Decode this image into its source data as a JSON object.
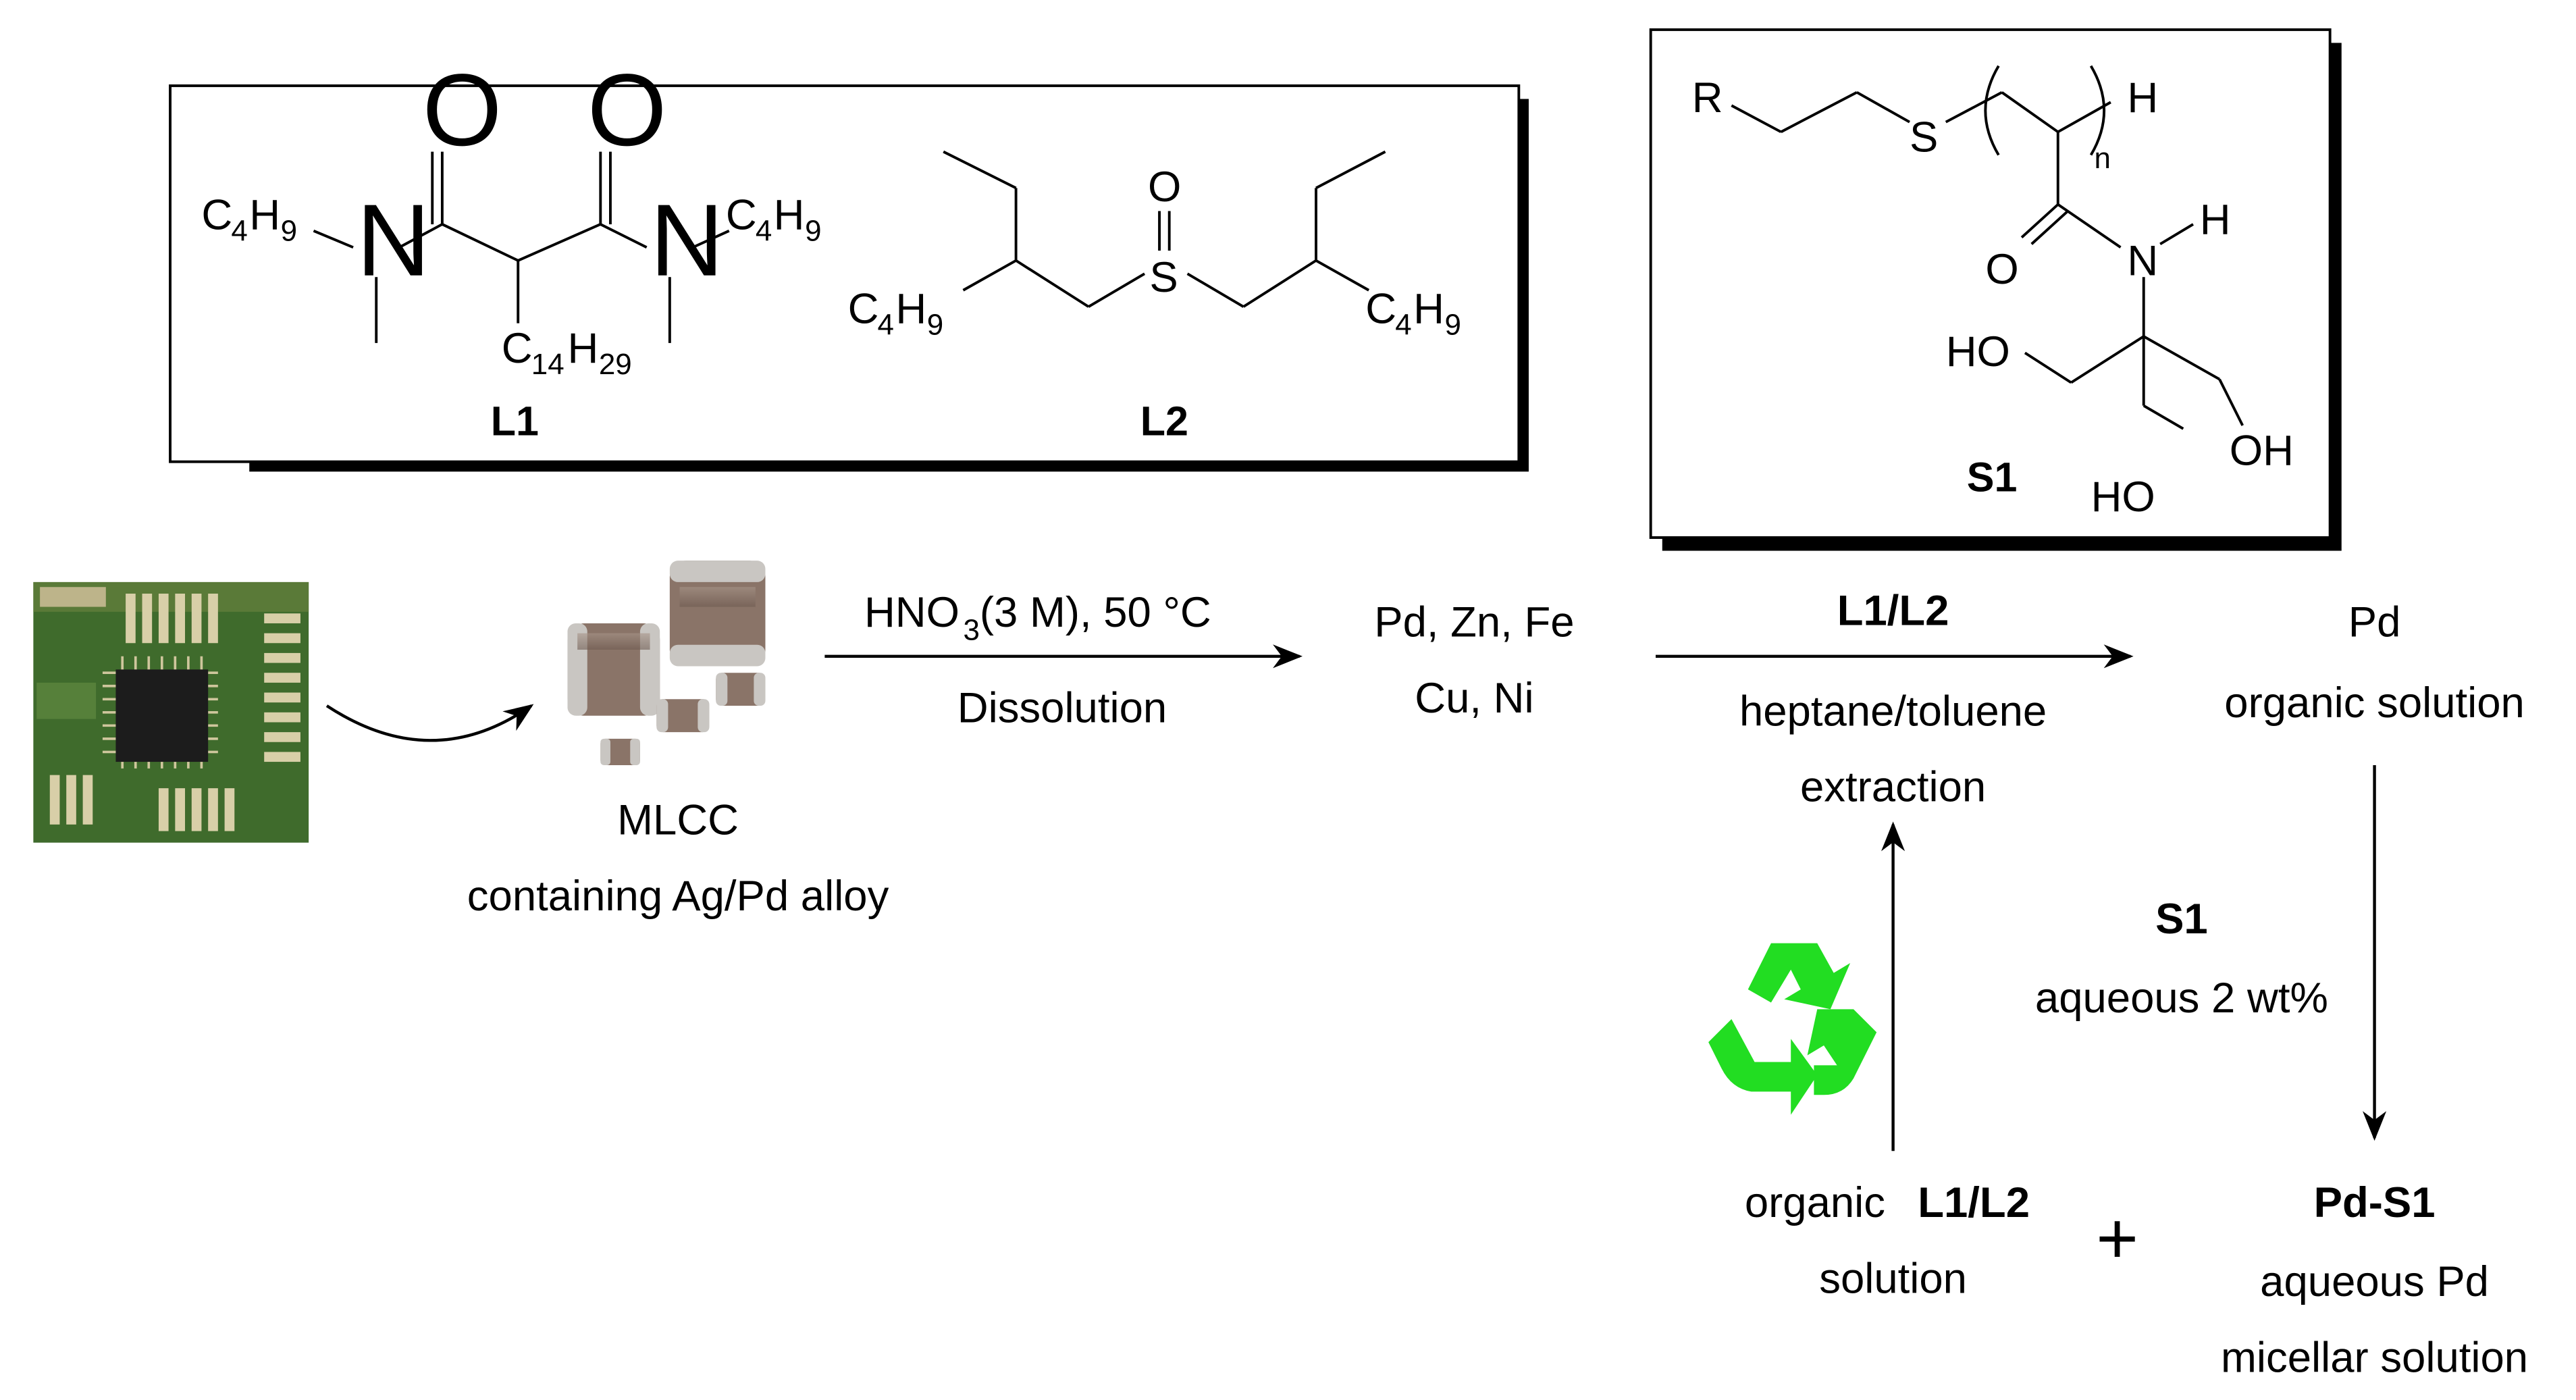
{
  "ligands_box": {
    "L1": {
      "label": "L1",
      "oxygen_left": "O",
      "oxygen_right": "O",
      "nitrogen_left": "N",
      "nitrogen_right": "N",
      "butyl_left_main": "C",
      "butyl_left_sub": "4",
      "butyl_left_h": "H",
      "butyl_left_hsub": "9",
      "butyl_right_main": "C",
      "butyl_right_sub": "4",
      "butyl_right_h": "H",
      "butyl_right_hsub": "9",
      "tetradecyl_c": "C",
      "tetradecyl_csub": "14",
      "tetradecyl_h": "H",
      "tetradecyl_hsub": "29"
    },
    "L2": {
      "label": "L2",
      "sulfur": "S",
      "oxygen": "O",
      "butyl_left_c": "C",
      "butyl_left_csub": "4",
      "butyl_left_h": "H",
      "butyl_left_hsub": "9",
      "butyl_right_c": "C",
      "butyl_right_csub": "4",
      "butyl_right_h": "H",
      "butyl_right_hsub": "9"
    }
  },
  "s1_box": {
    "label": "S1",
    "r_group": "R",
    "sulfur": "S",
    "h_end": "H",
    "repeat_n": "n",
    "oxygen": "O",
    "nitrogen": "N",
    "nh_h": "H",
    "ho_left": "HO",
    "oh_right": "OH",
    "ho_bottom": "HO"
  },
  "scheme": {
    "mlcc_line1": "MLCC",
    "mlcc_line2": "containing Ag/Pd alloy",
    "dissolution_top_pre": "HNO",
    "dissolution_top_sub": "3",
    "dissolution_top_post": " (3 M), 50 °C",
    "dissolution_bottom": "Dissolution",
    "metals_line1": "Pd, Zn, Fe",
    "metals_line2": "Cu, Ni",
    "extraction_top": "L1/L2",
    "extraction_mid": "heptane/toluene",
    "extraction_bottom": "extraction",
    "pd_org_line1": "Pd",
    "pd_org_line2": "organic solution",
    "s1_reagent": "S1",
    "s1_reagent_detail": "aqueous 2 wt%",
    "organic_recycle_pre": "organic ",
    "organic_recycle_bold": "L1/L2",
    "organic_recycle_line2": "solution",
    "plus": "+",
    "pd_s1_label": "Pd-S1",
    "pd_s1_line2": "aqueous Pd",
    "pd_s1_line3": "micellar solution"
  },
  "colors": {
    "recycle_green": "#22dd22",
    "capacitor_body": "#8a7468",
    "capacitor_terminal": "#c9c6c2",
    "pcb_green": "#3f6b2c",
    "chip_black": "#1c1c1c"
  },
  "icons": [
    "circuit-board-photo",
    "capacitor-photo",
    "recycle-icon"
  ]
}
